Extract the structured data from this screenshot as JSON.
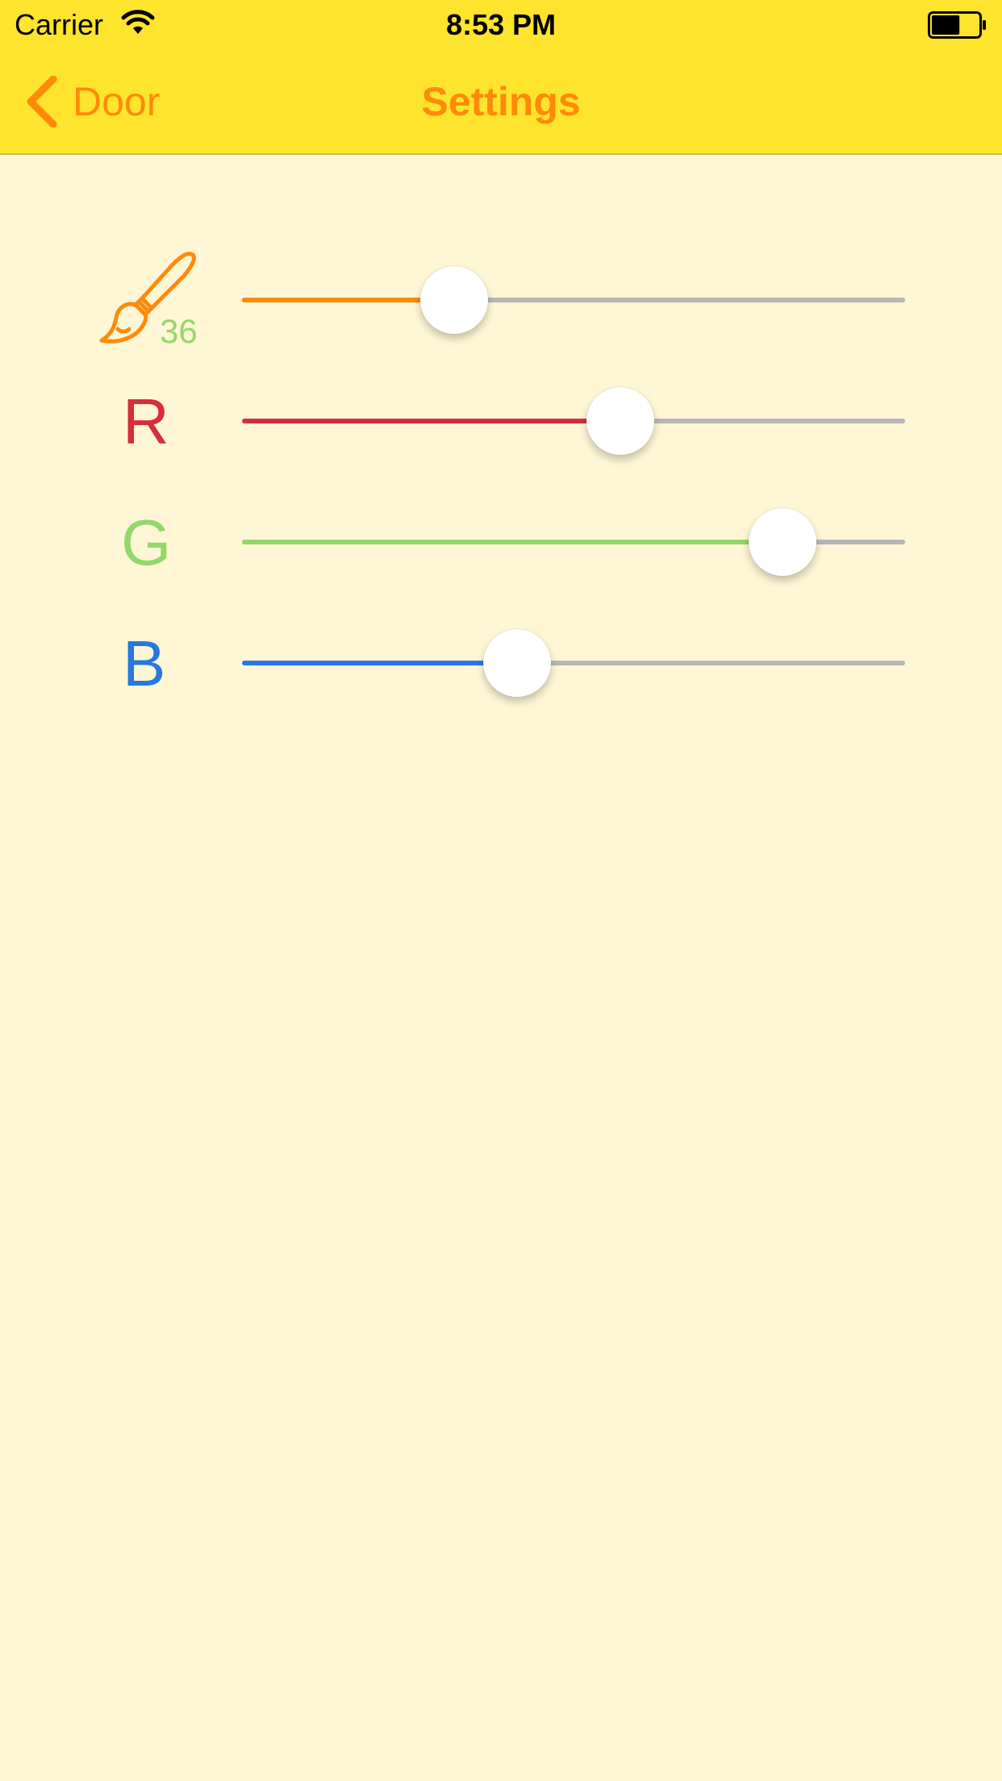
{
  "status_bar": {
    "carrier": "Carrier",
    "time": "8:53 PM",
    "battery_level": 0.6
  },
  "nav": {
    "back_label": "Door",
    "title": "Settings",
    "tint_color": "#FF8A0A",
    "bar_color": "#FFE42D"
  },
  "brush": {
    "icon": "paintbrush-icon",
    "size_label": "36",
    "size_label_color": "#93D86A",
    "icon_color": "#FF8A0A"
  },
  "sliders": [
    {
      "id": "brush-size",
      "label": "",
      "value": 0.32,
      "fill_color": "#FF8A0A"
    },
    {
      "id": "red",
      "label": "R",
      "value": 0.57,
      "fill_color": "#D62E3A"
    },
    {
      "id": "green",
      "label": "G",
      "value": 0.815,
      "fill_color": "#93D86A"
    },
    {
      "id": "blue",
      "label": "B",
      "value": 0.415,
      "fill_color": "#2878E0"
    }
  ]
}
